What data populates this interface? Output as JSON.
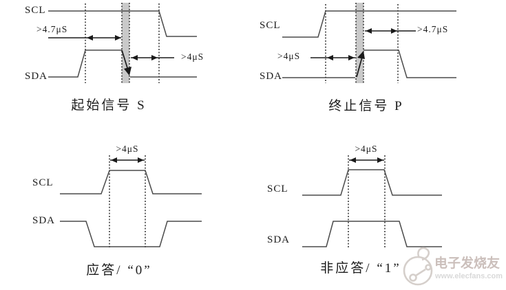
{
  "colors": {
    "line": "#4a4a4a",
    "arrow": "#1a1a1a",
    "guide": "#222222",
    "band_fill": "#c9c9c9",
    "text": "#1c1c1c",
    "wm_brand": "#cbbfbb",
    "wm_url": "#d9d9d9",
    "wm_logo": "#d5cfcb"
  },
  "panels": {
    "start": {
      "scl_label": "SCL",
      "sda_label": "SDA",
      "t_long": ">4.7μS",
      "t_short": ">4μS",
      "caption": "起始信号 S"
    },
    "stop": {
      "scl_label": "SCL",
      "sda_label": "SDA",
      "t_short": ">4μS",
      "t_long": ">4.7μS",
      "caption": "终止信号 P"
    },
    "ack": {
      "scl_label": "SCL",
      "sda_label": "SDA",
      "t_high": ">4μS",
      "caption": "应答/ “0”"
    },
    "nack": {
      "scl_label": "SCL",
      "sda_label": "SDA",
      "t_high": ">4μS",
      "caption": "非应答/ “1”"
    }
  },
  "watermark": {
    "brand": "电子发烧友",
    "url": "www.elecfans.com"
  }
}
